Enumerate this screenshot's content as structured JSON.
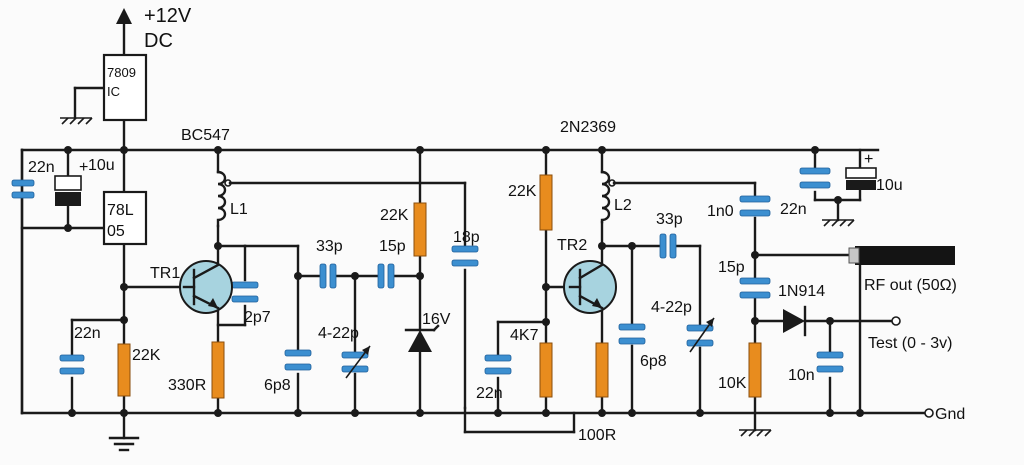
{
  "supply": {
    "voltage": "+12V",
    "type": "DC"
  },
  "regulators": {
    "reg1_line1": "7809",
    "reg1_line2": "IC",
    "reg2_line1": "78L",
    "reg2_line2": "05"
  },
  "transistors": {
    "tr1_part": "BC547",
    "tr1_ref": "TR1",
    "tr2_part": "2N2369",
    "tr2_ref": "TR2"
  },
  "inductors": {
    "l1": "L1",
    "l2": "L2"
  },
  "capacitors": {
    "c_22n_a": "22n",
    "c_10u_a": "10u",
    "c_22n_b": "22n",
    "c_2p7": "2p7",
    "c_33p_a": "33p",
    "c_15p_a": "15p",
    "c_6p8_a": "6p8",
    "c_422p_a": "4-22p",
    "c_18p": "18p",
    "c_22n_c": "22n",
    "c_33p_b": "33p",
    "c_6p8_b": "6p8",
    "c_422p_b": "4-22p",
    "c_1n0": "1n0",
    "c_15p_b": "15p",
    "c_22n_d": "22n",
    "c_10u_b": "10u",
    "c_10n": "10n"
  },
  "resistors": {
    "r_22k_a": "22K",
    "r_330r": "330R",
    "r_22k_b": "22K",
    "r_22k_c": "22K",
    "r_4k7": "4K7",
    "r_100r": "100R",
    "r_10k": "10K"
  },
  "diodes": {
    "zener": "16V",
    "signal": "1N914"
  },
  "polarity": {
    "plus_a": "+",
    "plus_b": "+"
  },
  "outputs": {
    "rf_out": "RF out (50Ω)",
    "test": "Test (0 - 3v)",
    "gnd": "Gnd"
  }
}
